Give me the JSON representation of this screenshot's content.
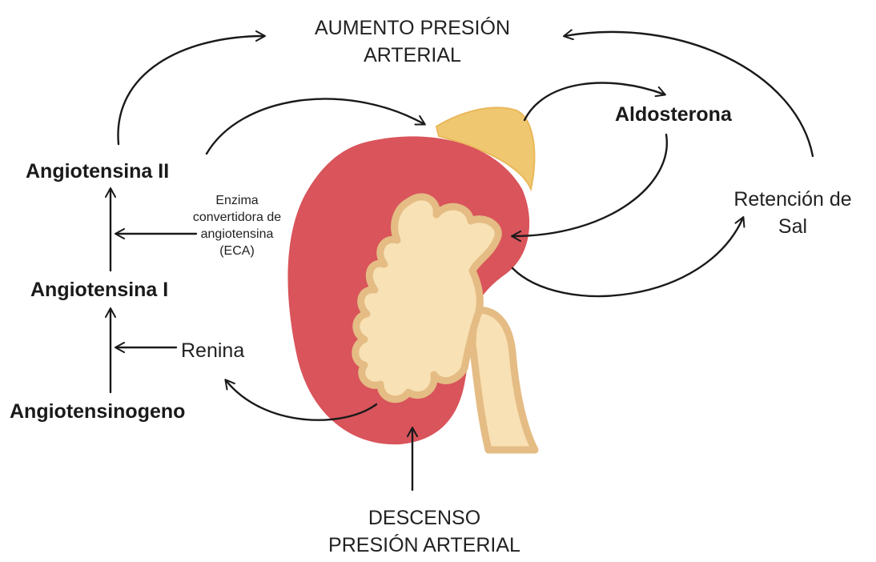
{
  "labels": {
    "aumento_line1": "AUMENTO PRESIÓN",
    "aumento_line2": "ARTERIAL",
    "aldosterona": "Aldosterona",
    "retencion_line1": "Retención de",
    "retencion_line2": "Sal",
    "angiotensina_ii": "Angiotensina II",
    "eca_line1": "Enzima",
    "eca_line2": "convertidora de",
    "eca_line3": "angiotensina",
    "eca_line4": "(ECA)",
    "angiotensina_i": "Angiotensina I",
    "renina": "Renina",
    "angiotensinogeno": "Angiotensinogeno",
    "descenso_line1": "DESCENSO",
    "descenso_line2": "PRESIÓN ARTERIAL"
  },
  "colors": {
    "kidney_cortex": "#d9545b",
    "kidney_medulla": "#f8e1b4",
    "pelvis_outline": "#e4bc84",
    "adrenal_gland": "#f0c771",
    "arrow": "#1a1a1a"
  },
  "icons": {
    "organ": "kidney-illustration",
    "gland": "adrenal-gland-illustration"
  }
}
